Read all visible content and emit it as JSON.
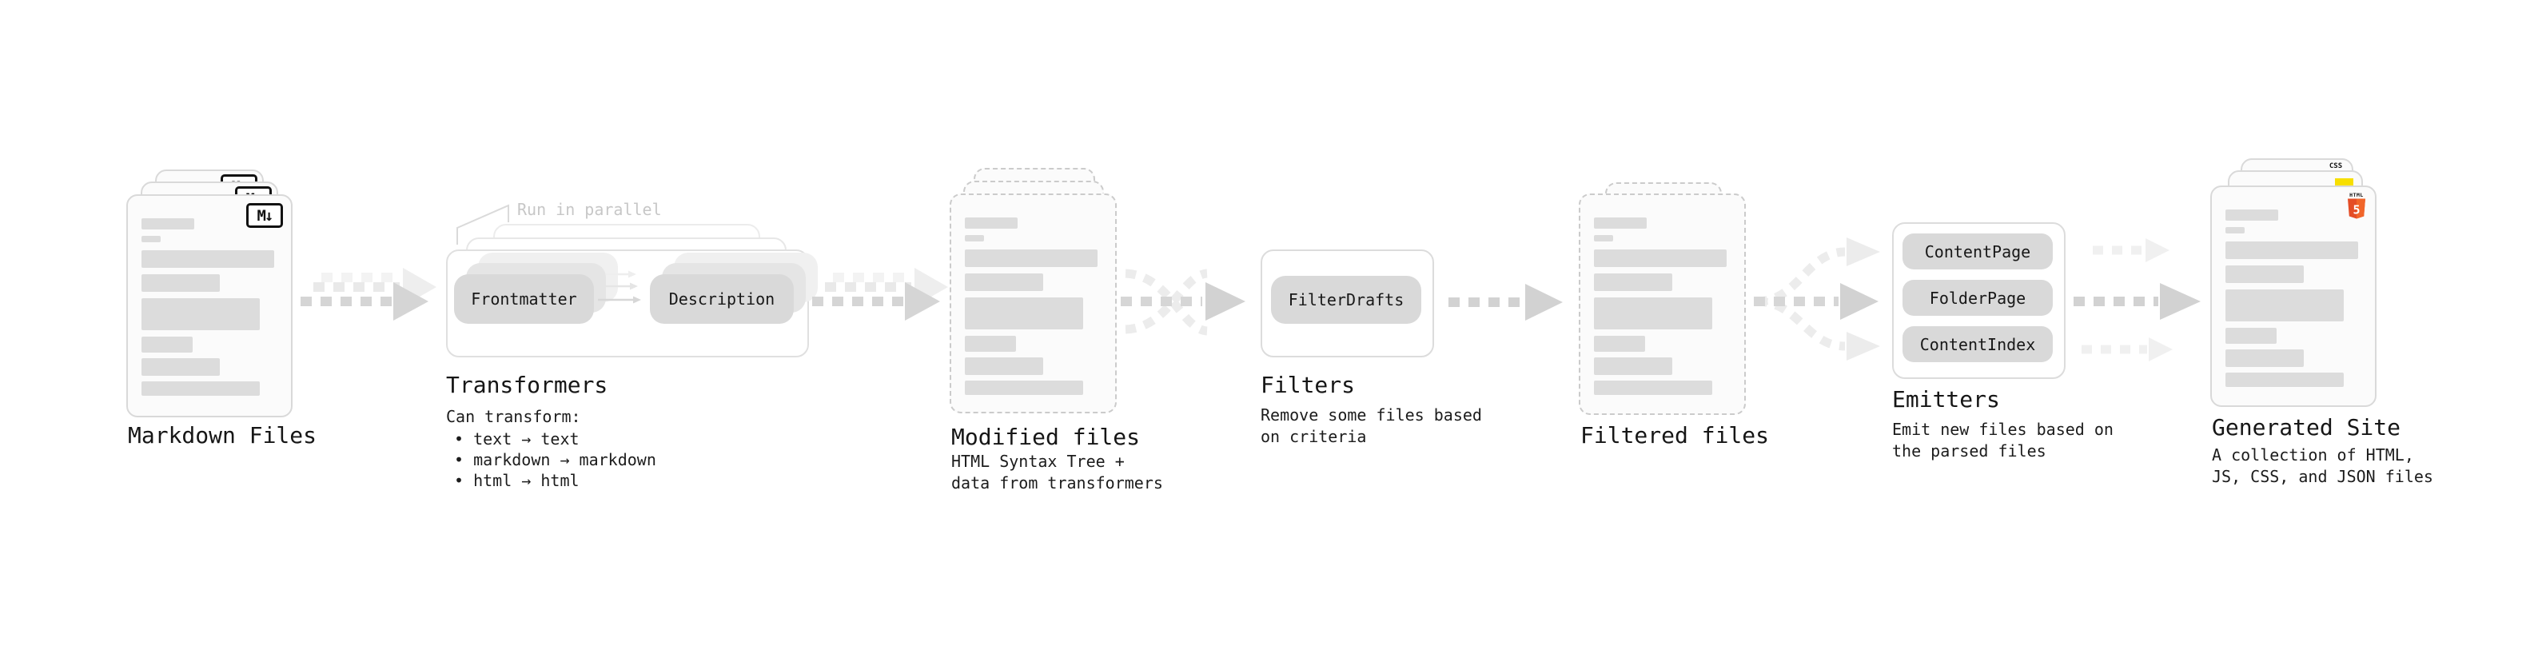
{
  "diagram": {
    "markdown_files": {
      "label": "Markdown Files",
      "file_badge": "M↓"
    },
    "transformers": {
      "label": "Transformers",
      "parallel_note": "Run in parallel",
      "buttons": {
        "frontmatter": "Frontmatter",
        "description": "Description"
      },
      "caption_title": "Can transform:",
      "bullets": [
        "• text → text",
        "• markdown → markdown",
        "• html → html"
      ]
    },
    "modified_files": {
      "label": "Modified files",
      "caption": "HTML Syntax Tree +\ndata from transformers"
    },
    "filters": {
      "label": "Filters",
      "buttons": {
        "filter_drafts": "FilterDrafts"
      },
      "caption": "Remove some files based\non criteria"
    },
    "filtered_files": {
      "label": "Filtered files"
    },
    "emitters": {
      "label": "Emitters",
      "buttons": {
        "content_page": "ContentPage",
        "folder_page": "FolderPage",
        "content_index": "ContentIndex"
      },
      "caption": "Emit new files based on\nthe parsed files"
    },
    "generated_site": {
      "label": "Generated Site",
      "caption": "A collection of HTML,\nJS, CSS, and JSON files",
      "badges": {
        "css": "CSS",
        "html_label": "HTML",
        "html_number": "5"
      }
    }
  },
  "colors": {
    "html5_orange": "#e44d26",
    "html5_orange_light": "#f16529",
    "js_yellow": "#f7df00",
    "css_blue": "#2c63f2"
  }
}
